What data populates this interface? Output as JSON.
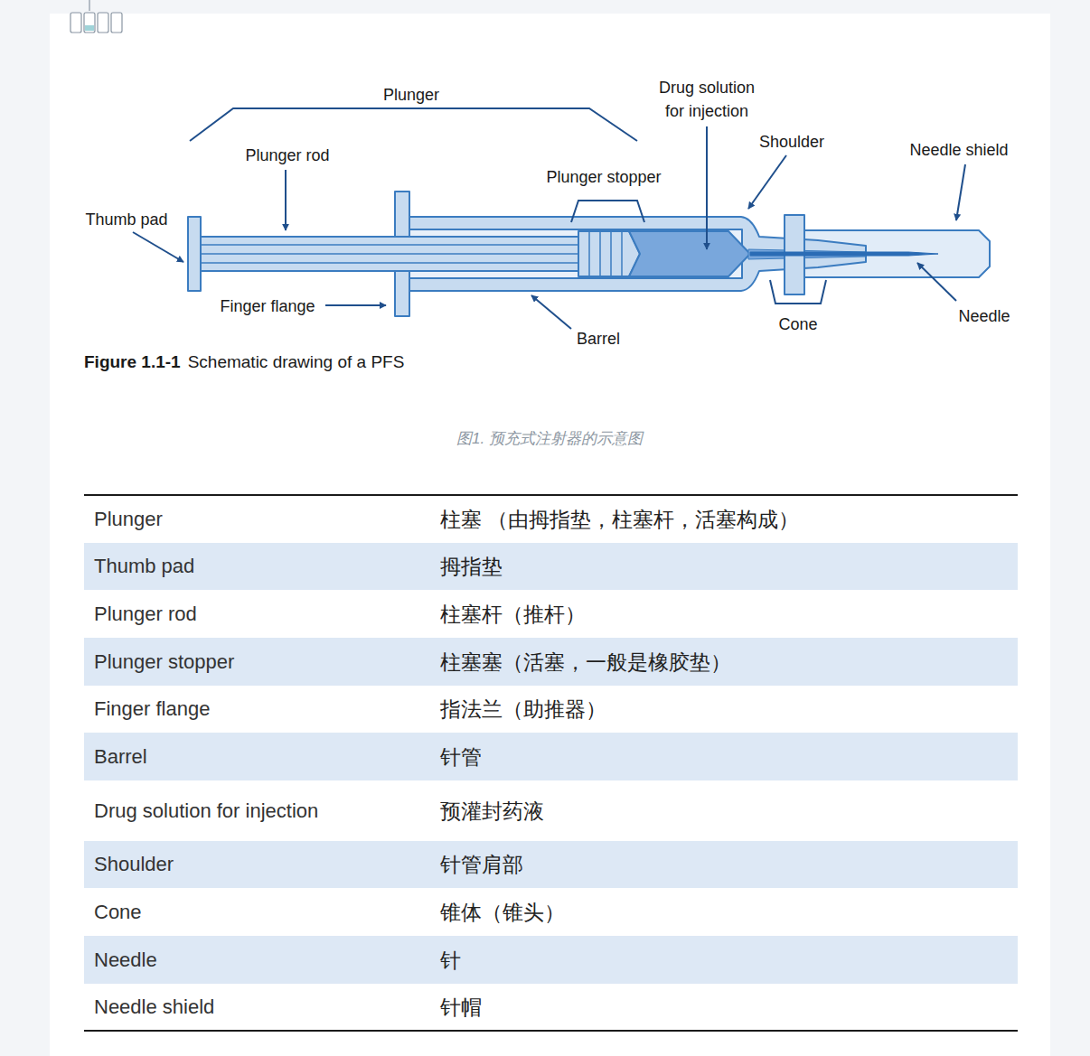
{
  "diagram": {
    "caption": "图1. 预充式注射器的示意图",
    "labels": [
      "Plunger",
      "Drug solution for injection",
      "Plunger rod",
      "Shoulder",
      "Needle shield",
      "Plunger stopper",
      "Thumb pad",
      "Finger flange",
      "Barrel",
      "Cone",
      "Needle",
      "Figure 1.1-1",
      "Schematic drawing of a PFS",
      "Plunger",
      "柱塞 （由拇指垫，柱塞杆，活塞构成）",
      "Thumb pad",
      "拇指垫",
      "Plunger rod",
      "柱塞杆（推杆）",
      "Plunger stopper",
      "柱塞塞（活塞，一般是橡胶垫）",
      "Finger flange",
      "指法兰（助推器）",
      "Barrel",
      "针管",
      "Drug solution for injection",
      "预灌封药液",
      "Shoulder",
      "针管肩部",
      "Cone",
      "锥体（锥头）",
      "Needle",
      "针",
      "Needle shield",
      "针帽"
    ]
  }
}
